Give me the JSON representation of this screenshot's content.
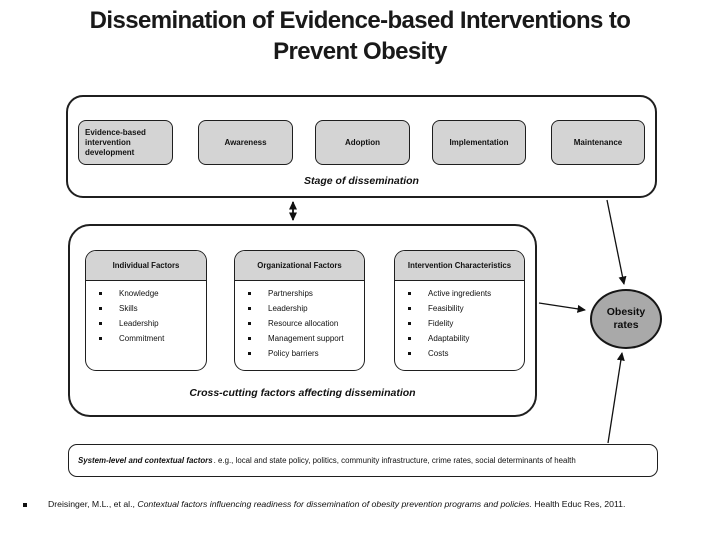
{
  "title": {
    "line1": "Dissemination of Evidence-based Interventions to",
    "line2": "Prevent Obesity"
  },
  "stage_panel": {
    "caption": "Stage of dissemination",
    "stages": [
      "Evidence-based intervention development",
      "Awareness",
      "Adoption",
      "Implementation",
      "Maintenance"
    ]
  },
  "factors_panel": {
    "caption": "Cross-cutting factors affecting dissemination",
    "groups": [
      {
        "title": "Individual Factors",
        "items": [
          "Knowledge",
          "Skills",
          "Leadership",
          "Commitment"
        ]
      },
      {
        "title": "Organizational Factors",
        "items": [
          "Partnerships",
          "Leadership",
          "Resource allocation",
          "Management support",
          "Policy barriers"
        ]
      },
      {
        "title": "Intervention Characteristics",
        "items": [
          "Active ingredients",
          "Feasibility",
          "Fidelity",
          "Adaptability",
          "Costs"
        ]
      }
    ]
  },
  "outcome_oval": {
    "line1": "Obesity",
    "line2": "rates"
  },
  "system_bar": {
    "lead": "System-level and contextual factors",
    "rest": ". e.g., local and state policy, politics, community infrastructure, crime rates, social determinants of health"
  },
  "citation": {
    "pre": "Dreisinger, M.L., et al., ",
    "italic": "Contextual factors influencing readiness for dissemination of obesity prevention programs and policies.",
    "post": " Health Educ Res, 2011."
  },
  "colors": {
    "box_fill": "#d4d4d4",
    "oval_fill": "#a9a9a9",
    "border": "#1f1f1f",
    "background": "#ffffff",
    "text": "#111111"
  }
}
